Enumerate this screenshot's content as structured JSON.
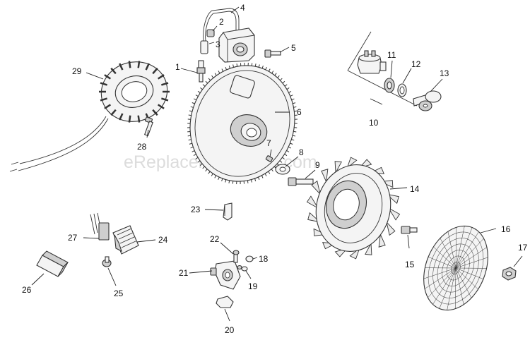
{
  "diagram": {
    "watermark": "eReplacementParts.com",
    "callouts": [
      "1",
      "2",
      "3",
      "4",
      "5",
      "6",
      "7",
      "8",
      "9",
      "10",
      "11",
      "12",
      "13",
      "14",
      "15",
      "16",
      "17",
      "18",
      "19",
      "20",
      "21",
      "22",
      "23",
      "24",
      "25",
      "26",
      "27",
      "28",
      "29"
    ]
  }
}
